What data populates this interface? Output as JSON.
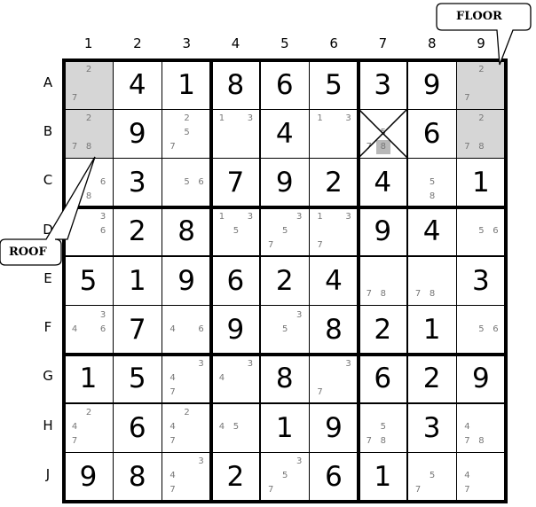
{
  "columns": [
    "1",
    "2",
    "3",
    "4",
    "5",
    "6",
    "7",
    "8",
    "9"
  ],
  "rows": [
    "A",
    "B",
    "C",
    "D",
    "E",
    "F",
    "G",
    "H",
    "J"
  ],
  "colors": {
    "shaded": "#d6d6d6",
    "candidate": "#777777",
    "highlight": "#b8b8b8"
  },
  "callouts": {
    "floor": "FLOOR",
    "roof": "ROOF"
  },
  "grid": [
    [
      {
        "c": [
          2,
          7
        ],
        "shaded": true
      },
      {
        "v": 4
      },
      {
        "v": 1
      },
      {
        "v": 8
      },
      {
        "v": 6
      },
      {
        "v": 5
      },
      {
        "v": 3
      },
      {
        "v": 9
      },
      {
        "c": [
          2,
          7
        ],
        "shaded": true
      }
    ],
    [
      {
        "c": [
          2,
          7,
          8
        ],
        "shaded": true
      },
      {
        "v": 9
      },
      {
        "c": [
          2,
          5,
          7
        ]
      },
      {
        "c": [
          1,
          3
        ]
      },
      {
        "v": 4
      },
      {
        "c": [
          1,
          3
        ]
      },
      {
        "c": [
          5,
          7,
          8
        ],
        "hl": [
          8
        ],
        "crossed": true
      },
      {
        "v": 6
      },
      {
        "c": [
          2,
          7,
          8
        ],
        "shaded": true
      }
    ],
    [
      {
        "c": [
          6,
          8
        ]
      },
      {
        "v": 3
      },
      {
        "c": [
          5,
          6
        ]
      },
      {
        "v": 7
      },
      {
        "v": 9
      },
      {
        "v": 2
      },
      {
        "v": 4
      },
      {
        "c": [
          5,
          8
        ]
      },
      {
        "v": 1
      }
    ],
    [
      {
        "c": [
          3,
          6
        ]
      },
      {
        "v": 2
      },
      {
        "v": 8
      },
      {
        "c": [
          1,
          3,
          5
        ]
      },
      {
        "c": [
          3,
          5,
          7
        ]
      },
      {
        "c": [
          1,
          3,
          7
        ]
      },
      {
        "v": 9
      },
      {
        "v": 4
      },
      {
        "c": [
          5,
          6
        ]
      }
    ],
    [
      {
        "v": 5
      },
      {
        "v": 1
      },
      {
        "v": 9
      },
      {
        "v": 6
      },
      {
        "v": 2
      },
      {
        "v": 4
      },
      {
        "c": [
          7,
          8
        ]
      },
      {
        "c": [
          7,
          8
        ]
      },
      {
        "v": 3
      }
    ],
    [
      {
        "c": [
          3,
          4,
          6
        ]
      },
      {
        "v": 7
      },
      {
        "c": [
          4,
          6
        ]
      },
      {
        "v": 9
      },
      {
        "c": [
          3,
          5
        ]
      },
      {
        "v": 8
      },
      {
        "v": 2
      },
      {
        "v": 1
      },
      {
        "c": [
          5,
          6
        ]
      }
    ],
    [
      {
        "v": 1
      },
      {
        "v": 5
      },
      {
        "c": [
          3,
          4,
          7
        ]
      },
      {
        "c": [
          3,
          4
        ]
      },
      {
        "v": 8
      },
      {
        "c": [
          3,
          7
        ]
      },
      {
        "v": 6
      },
      {
        "v": 2
      },
      {
        "v": 9
      }
    ],
    [
      {
        "c": [
          2,
          4,
          7
        ]
      },
      {
        "v": 6
      },
      {
        "c": [
          2,
          4,
          7
        ]
      },
      {
        "c": [
          4,
          5
        ]
      },
      {
        "v": 1
      },
      {
        "v": 9
      },
      {
        "c": [
          5,
          7,
          8
        ]
      },
      {
        "v": 3
      },
      {
        "c": [
          4,
          7,
          8
        ]
      }
    ],
    [
      {
        "v": 9
      },
      {
        "v": 8
      },
      {
        "c": [
          3,
          4,
          7
        ]
      },
      {
        "v": 2
      },
      {
        "c": [
          3,
          5,
          7
        ]
      },
      {
        "v": 6
      },
      {
        "v": 1
      },
      {
        "c": [
          5,
          7
        ]
      },
      {
        "c": [
          4,
          7
        ]
      }
    ]
  ]
}
